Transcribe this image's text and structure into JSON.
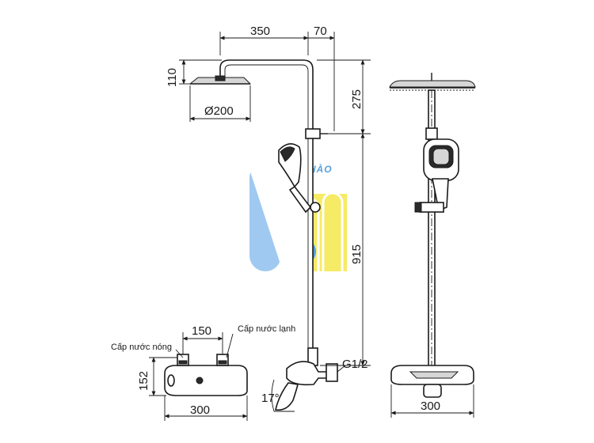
{
  "dimensions": {
    "arm_length": "350",
    "offset": "70",
    "head_height": "110",
    "head_diameter": "Ø200",
    "upper_rod": "275",
    "rod_length": "915",
    "thread": "G1/2",
    "inlet_spacing": "150",
    "mixer_height": "152",
    "mixer_width": "300",
    "spout_angle": "17°",
    "side_width": "300"
  },
  "labels": {
    "hot_supply": "Cấp nước nóng",
    "cold_supply": "Cấp nước lạnh"
  },
  "watermark": {
    "text": "LA HÀO",
    "colors": {
      "blue": "#3a8fd8",
      "yellow": "#f5e84a"
    }
  }
}
